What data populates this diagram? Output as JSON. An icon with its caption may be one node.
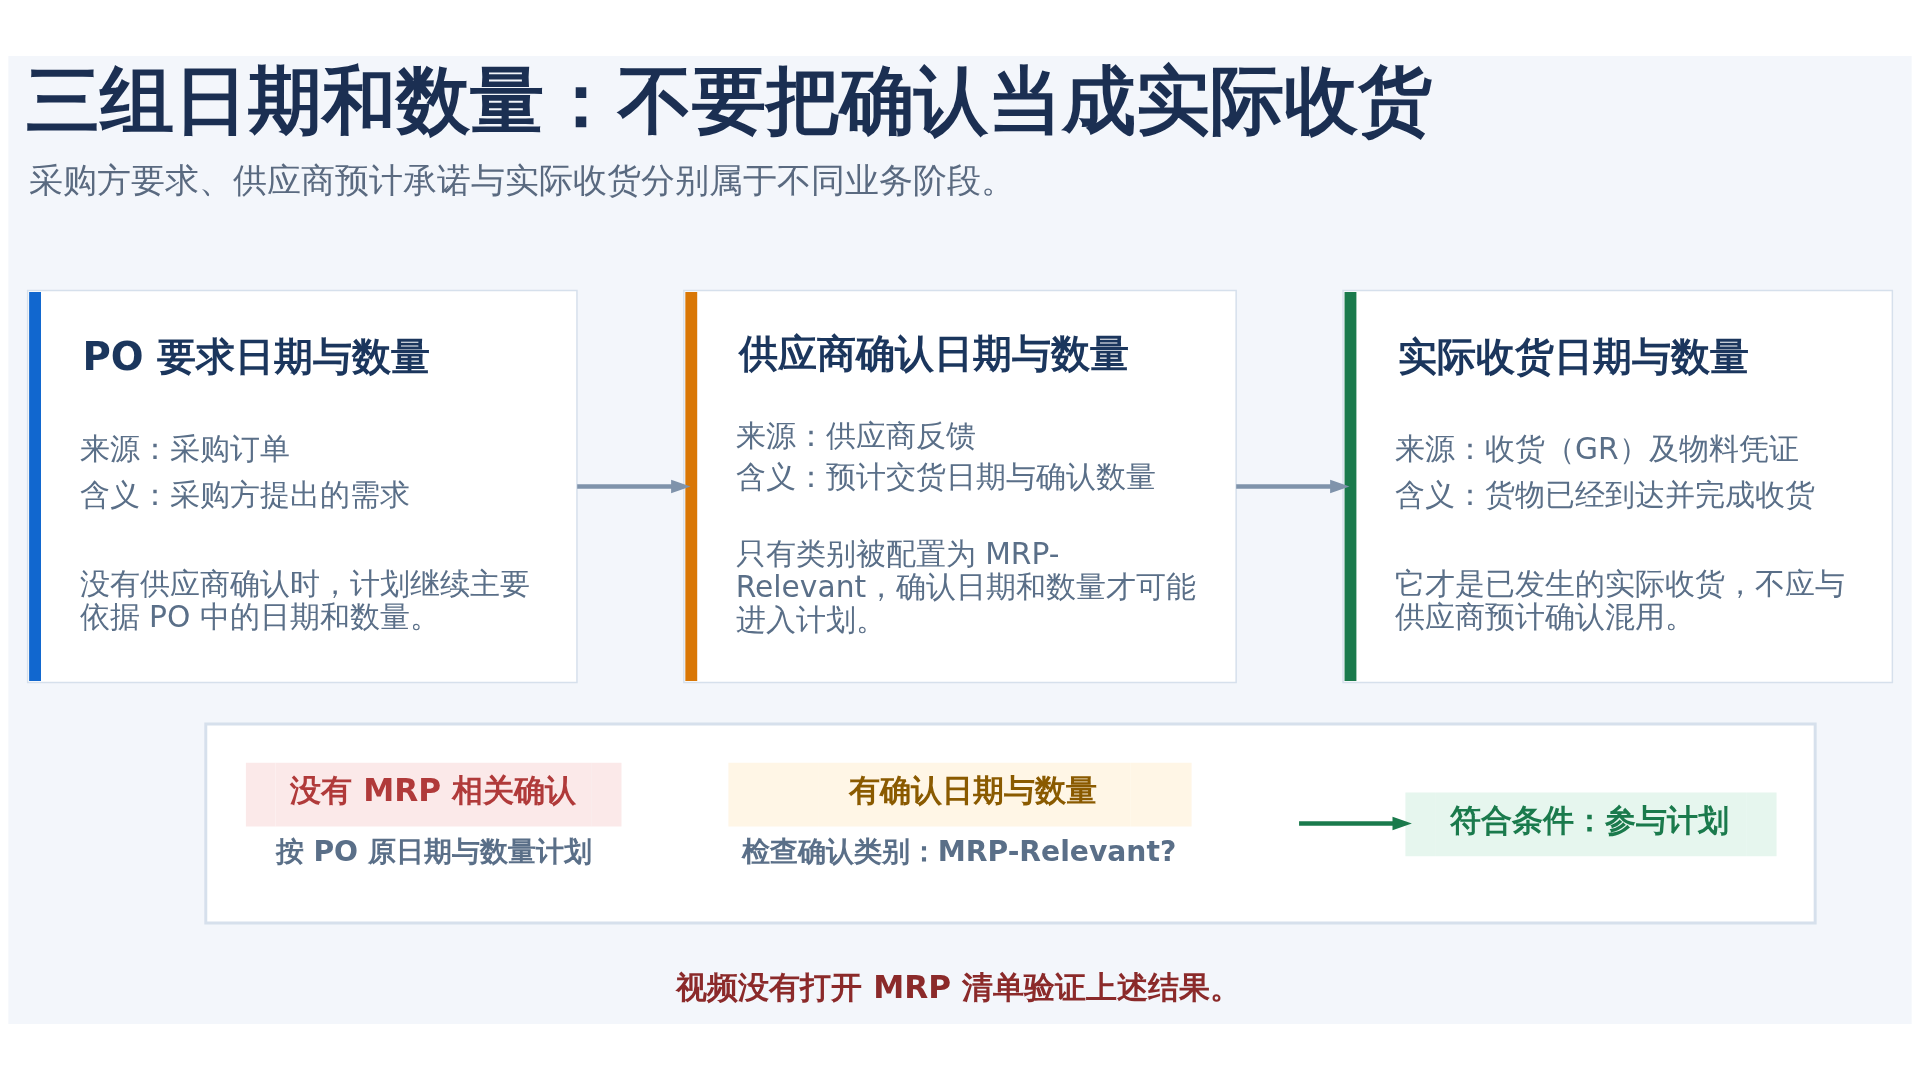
{
  "diagram": {
    "title": "三组日期和数量：不要把确认当成实际收货",
    "nodes": [
      {
        "text": [
          "PO 要求日期与数量",
          "来源：采购订单",
          "含义：采购方提出的需求",
          "没有供应商确认时，计划继续主要依据 PO 中的日期和数量。"
        ]
      },
      {
        "text": [
          "供应商确认日期与数量",
          "来源：供应商反馈",
          "含义：预计交货日期与确认数量",
          "只有类别被配置为 MRP-Relevant，确认日期和数量才可能进入计划。"
        ]
      },
      {
        "text": [
          "实际收货日期与数量",
          "来源：收货（GR）及物料凭证",
          "含义：货物已经到达并完成收货",
          "它才是已发生的实际收货，不应与供应商预计确认混用。"
        ]
      },
      {
        "text": [],
        "shape": "box"
      },
      {
        "text": [
          "没有 MRP 相关确认"
        ],
        "in": 3,
        "beside": [
          "按 PO 原日期与数量计划"
        ]
      },
      {
        "text": [
          "有确认日期与数量"
        ],
        "in": 3,
        "beside": [
          "检查确认类别：MRP-Relevant?"
        ]
      },
      {
        "text": [
          "符合条件：参与计划"
        ],
        "in": 3
      }
    ],
    "edges": [
      {
        "from": 0,
        "to": 1,
        "arrow": "to"
      },
      {
        "from": 1,
        "to": 2,
        "arrow": "to"
      },
      {
        "from": null,
        "to": 6,
        "arrow": "to",
        "color": "#1a7a4c"
      }
    ],
    "labels": [
      "采购方要求、供应商预计承诺与实际收货分别属于不同业务阶段。",
      "视频没有打开 MRP 清单验证上述结果。"
    ]
  }
}
